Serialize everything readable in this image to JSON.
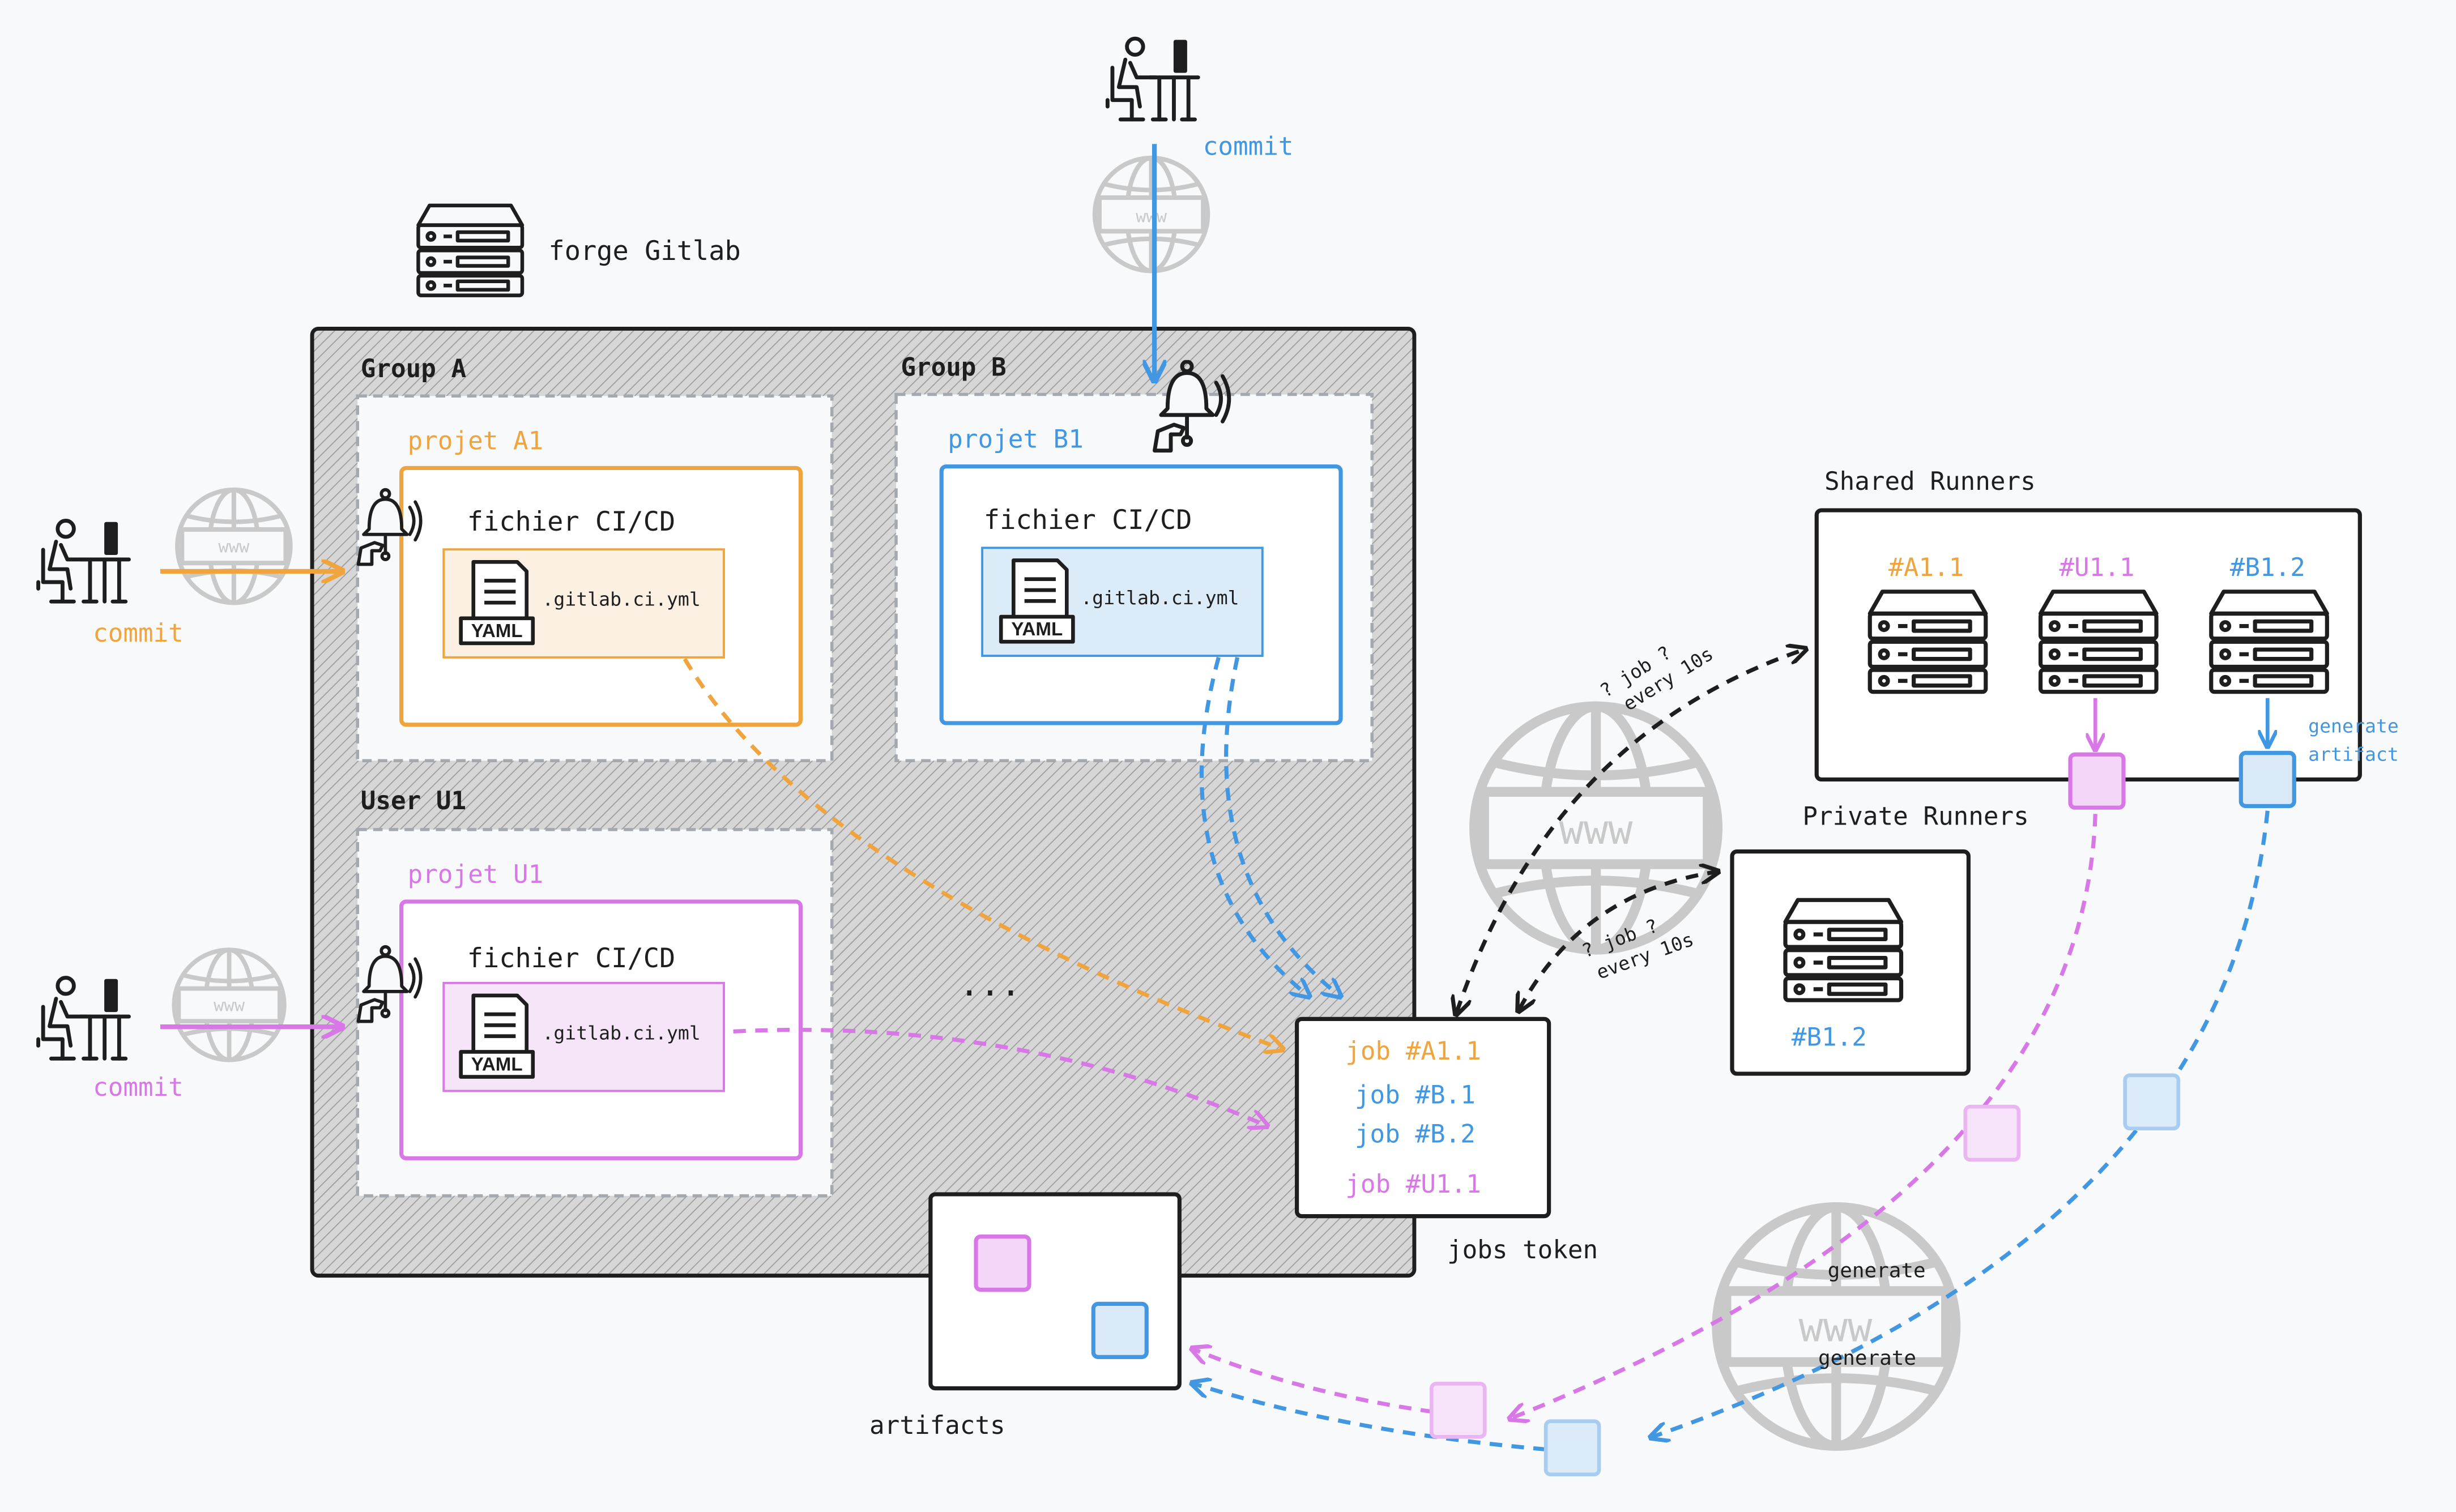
{
  "colors": {
    "orange": "#f0a43d",
    "blue": "#4197e2",
    "pink": "#d877e6",
    "black": "#1e1e1e",
    "gray": "#c9c9c9"
  },
  "forge_label": "forge Gitlab",
  "commit_label": "commit",
  "www_label": "www",
  "yaml_label": "YAML",
  "group_a": {
    "title": "Group A",
    "project_title": "projet A1",
    "ci_title": "fichier CI/CD",
    "ci_file": ".gitlab.ci.yml"
  },
  "group_b": {
    "title": "Group B",
    "project_title": "projet B1",
    "ci_title": "fichier CI/CD",
    "ci_file": ".gitlab.ci.yml"
  },
  "user_u1": {
    "title": "User U1",
    "project_title": "projet U1",
    "ci_title": "fichier CI/CD",
    "ci_file": ".gitlab.ci.yml"
  },
  "ellipsis": "...",
  "jobs_token": {
    "label": "jobs token",
    "jobs": [
      "job #A1.1",
      "job #B.1",
      "job #B.2",
      "job #U1.1"
    ]
  },
  "artifacts_label": "artifacts",
  "shared_runners": {
    "title": "Shared Runners",
    "runners": [
      "#A1.1",
      "#U1.1",
      "#B1.2"
    ]
  },
  "private_runners": {
    "title": "Private Runners",
    "runners": [
      "#B1.2"
    ]
  },
  "poll_label_1": "? job ?",
  "poll_label_2": "every 10s",
  "generate_label": "generate",
  "generate_artifact_label_1": "generate",
  "generate_artifact_label_2": "artifact",
  "icons": [
    "person-at-desk-icon",
    "globe-www-icon",
    "server-rack-icon",
    "bell-hand-icon",
    "yaml-file-icon"
  ]
}
